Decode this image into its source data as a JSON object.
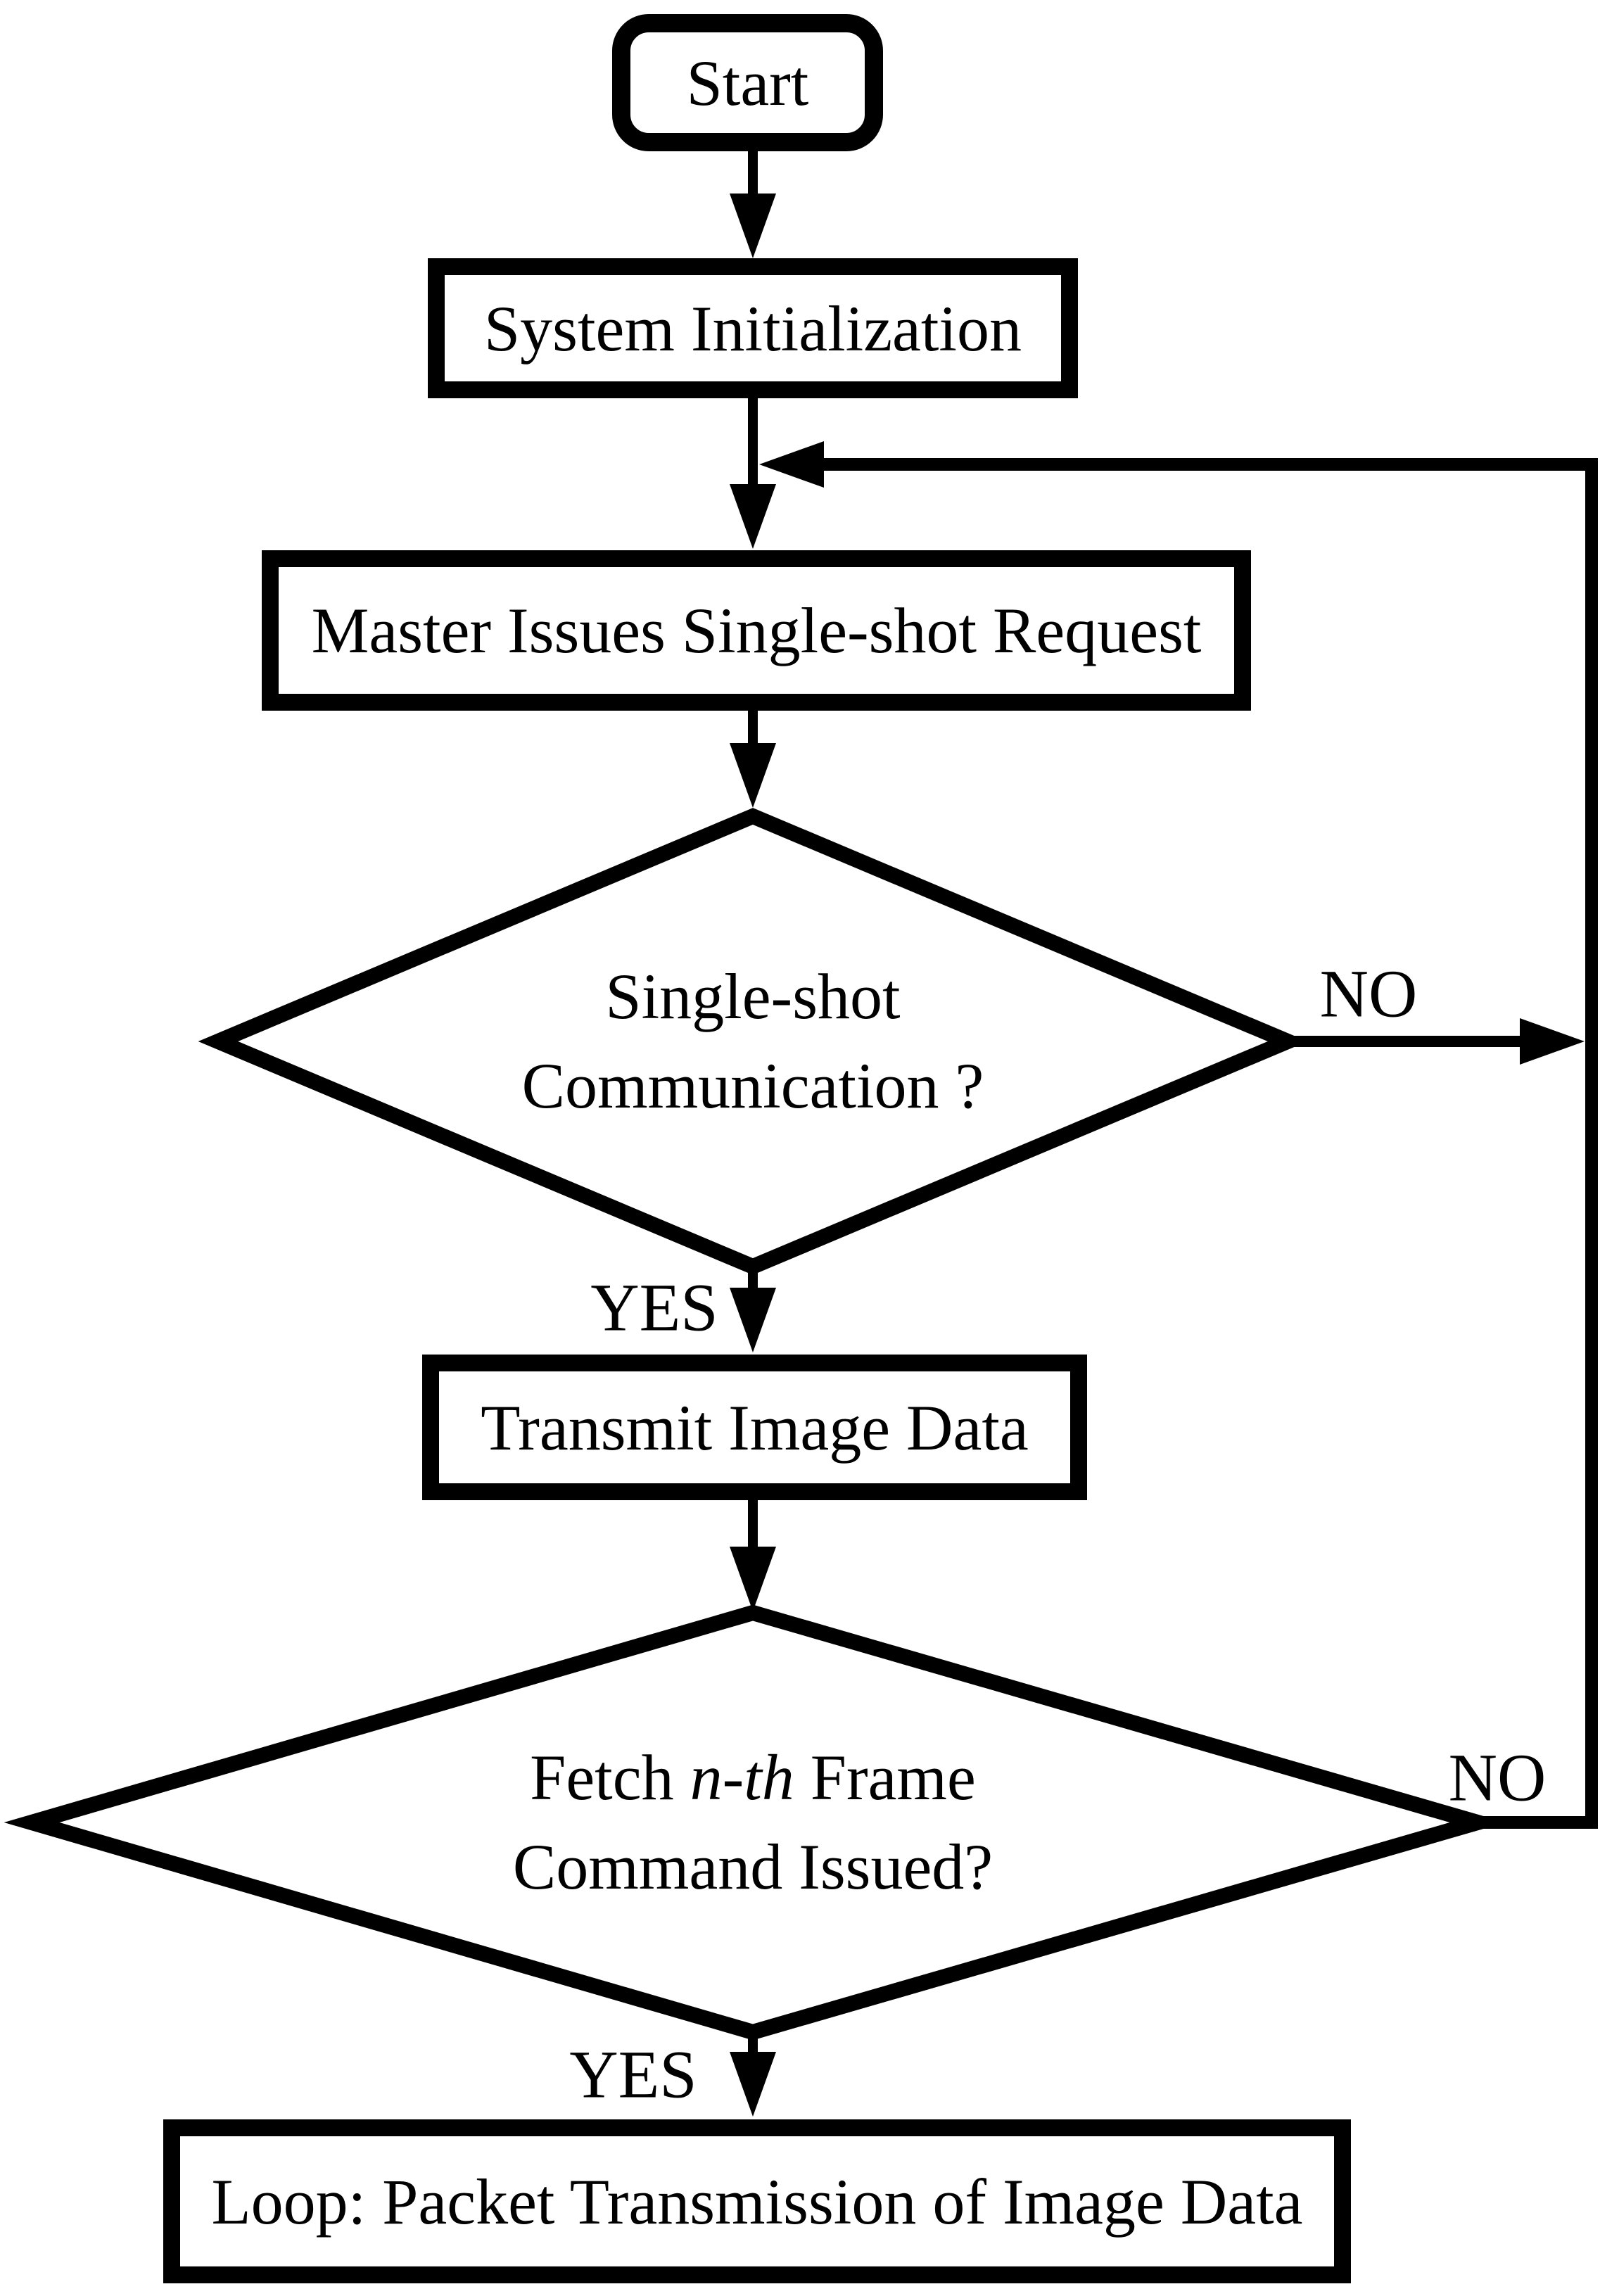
{
  "figure": {
    "background_color": "#ffffff",
    "ink_color": "#000000"
  },
  "nodes": {
    "start": {
      "type": "terminator",
      "label": "Start"
    },
    "system_initialization": {
      "type": "process",
      "label": "System Initialization"
    },
    "master_request": {
      "type": "process",
      "label": "Master Issues Single-shot Request"
    },
    "single_shot_decision": {
      "type": "decision",
      "line1": "Single-shot",
      "line2": "Communication ?"
    },
    "transmit_image": {
      "type": "process",
      "label": "Transmit Image Data"
    },
    "fetch_frame_decision": {
      "type": "decision",
      "line1_prefix": "Fetch ",
      "line1_italic": "n-th",
      "line1_suffix": " Frame",
      "line2": "Command Issued?"
    },
    "loop_packet": {
      "type": "process",
      "label": "Loop: Packet Transmission of Image Data"
    }
  },
  "edge_labels": {
    "single_shot_yes": "YES",
    "single_shot_no": "NO",
    "fetch_frame_yes": "YES",
    "fetch_frame_no": "NO"
  },
  "flow": [
    {
      "from": "Start",
      "to": "System Initialization",
      "label": ""
    },
    {
      "from": "System Initialization",
      "to": "Master Issues Single-shot Request",
      "label": ""
    },
    {
      "from": "Master Issues Single-shot Request",
      "to": "Single-shot Communication ?",
      "label": ""
    },
    {
      "from": "Single-shot Communication ?",
      "to": "Transmit Image Data",
      "label": "YES"
    },
    {
      "from": "Single-shot Communication ?",
      "to": "Master Issues Single-shot Request",
      "label": "NO"
    },
    {
      "from": "Transmit Image Data",
      "to": "Fetch n-th Frame Command Issued?",
      "label": ""
    },
    {
      "from": "Fetch n-th Frame Command Issued?",
      "to": "Loop: Packet Transmission of Image Data",
      "label": "YES"
    },
    {
      "from": "Fetch n-th Frame Command Issued?",
      "to": "Master Issues Single-shot Request",
      "label": "NO"
    }
  ]
}
